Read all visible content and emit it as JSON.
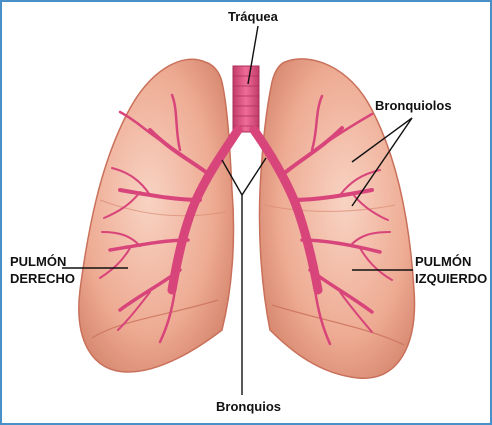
{
  "labels": {
    "trachea": "Tráquea",
    "bronchioles": "Bronquiolos",
    "right_lung_line1": "PULMÓN",
    "right_lung_line2": "DERECHO",
    "left_lung_line1": "PULMÓN",
    "left_lung_line2": "IZQUIERDO",
    "bronchi": "Bronquios"
  },
  "colors": {
    "frame": "#4a90c8",
    "lung": "#e9a58c",
    "lung_edge": "#c9705a",
    "airway": "#d8457a",
    "pointer_line": "#111111"
  }
}
